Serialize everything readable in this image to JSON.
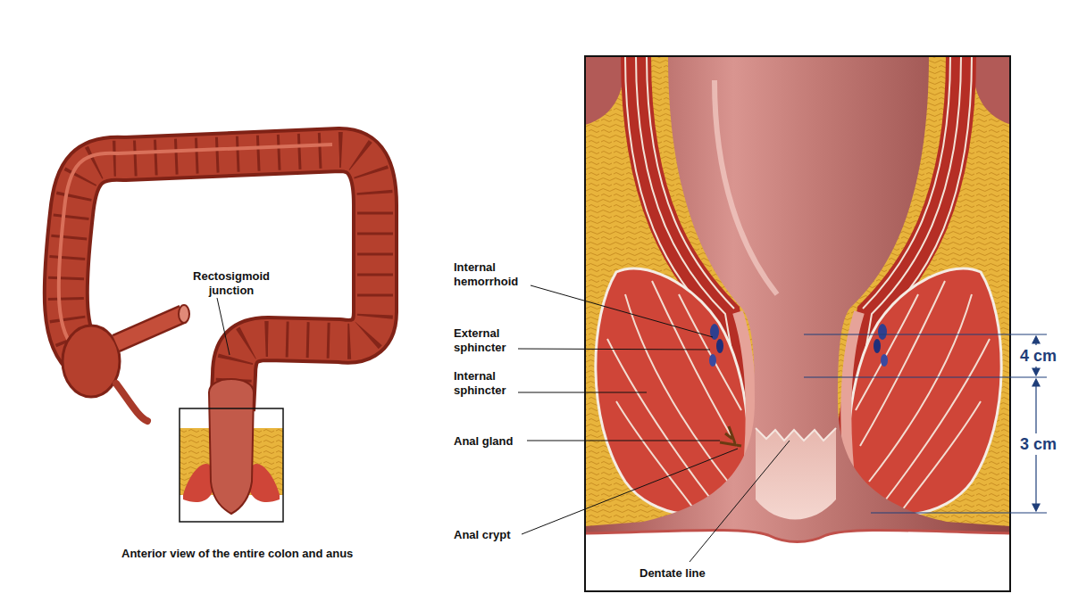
{
  "diagram": {
    "caption": "Anterior view of the entire colon and anus",
    "labels": [
      "Rectosigmoid junction",
      "Internal hemorrhoid",
      "External sphincter",
      "Internal sphincter",
      "Anal gland",
      "Anal crypt",
      "Dentate line",
      "4 cm",
      "3 cm"
    ]
  }
}
